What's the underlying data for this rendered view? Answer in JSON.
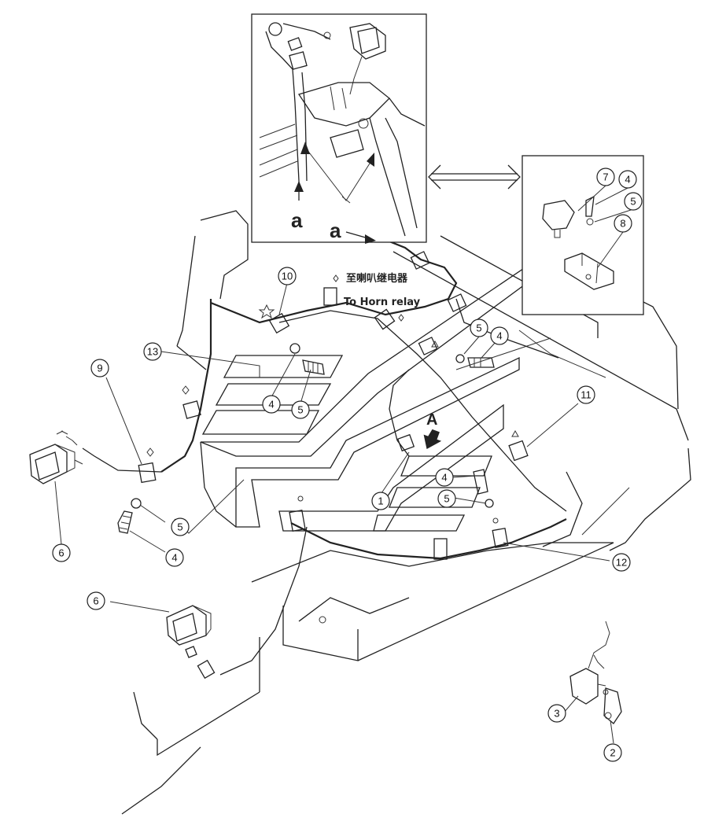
{
  "labels": {
    "horn_relay_cn": "至喇叭继电器",
    "horn_relay_en": "To Horn relay",
    "view_a_upper": "a",
    "view_a_main": "a",
    "view_A": "A"
  },
  "callouts": {
    "c1": "1",
    "c2": "2",
    "c3": "3",
    "c4a": "4",
    "c4b": "4",
    "c4c": "4",
    "c4d": "4",
    "c4e": "4",
    "c5a": "5",
    "c5b": "5",
    "c5c": "5",
    "c5d": "5",
    "c5e": "5",
    "c6a": "6",
    "c6b": "6",
    "c7": "7",
    "c8": "8",
    "c9": "9",
    "c10": "10",
    "c11": "11",
    "c12": "12",
    "c13": "13"
  }
}
